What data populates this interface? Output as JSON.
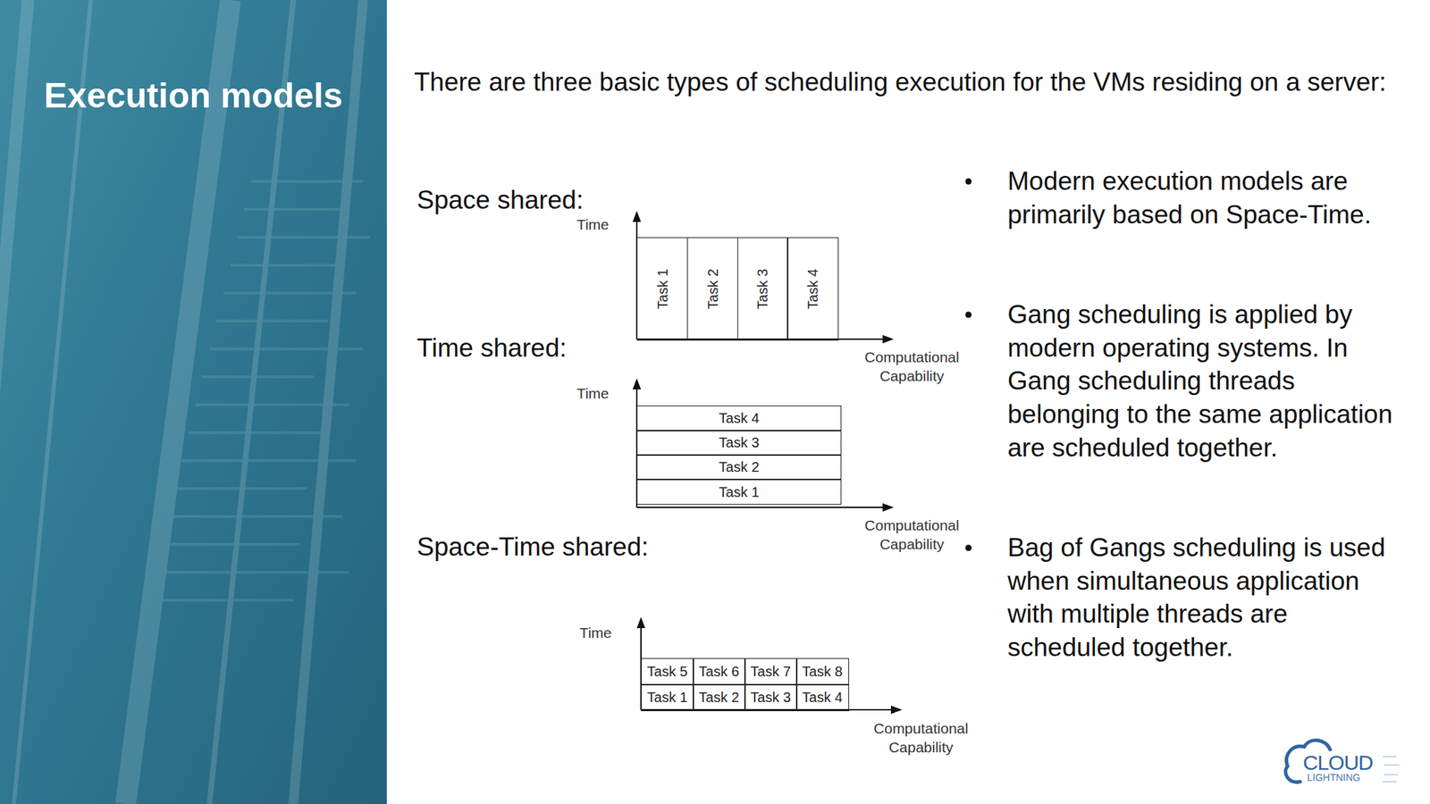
{
  "diagram": {
    "title": "Execution models",
    "nodes": [
      {
        "text": [
          "Task 1"
        ]
      },
      {
        "text": [
          "Task 2"
        ]
      },
      {
        "text": [
          "Task 3"
        ]
      },
      {
        "text": [
          "Task 4"
        ]
      },
      {
        "text": [
          "Task 4"
        ]
      },
      {
        "text": [
          "Task 3"
        ]
      },
      {
        "text": [
          "Task 2"
        ]
      },
      {
        "text": [
          "Task 1"
        ]
      },
      {
        "text": [
          "Task 5"
        ]
      },
      {
        "text": [
          "Task 6"
        ]
      },
      {
        "text": [
          "Task 7"
        ]
      },
      {
        "text": [
          "Task 8"
        ]
      },
      {
        "text": [
          "Task 1"
        ]
      },
      {
        "text": [
          "Task 2"
        ]
      },
      {
        "text": [
          "Task 3"
        ]
      },
      {
        "text": [
          "Task 4"
        ]
      }
    ],
    "labels": [
      "There are three basic types of scheduling execution for the VMs residing on a server:",
      "Space shared:",
      "Time",
      "Computational Capability",
      "Time shared:",
      "Time",
      "Computational Capability",
      "Space-Time shared:",
      "Time",
      "Computational Capability",
      "Modern execution models are primarily based on Space-Time.",
      "Gang scheduling is applied by modern operating systems. In Gang scheduling threads belonging to the same application are scheduled together.",
      "Bag of Gangs scheduling is used when simultaneous application with multiple threads are scheduled together.",
      "CLOUD",
      "LIGHTNING"
    ]
  }
}
